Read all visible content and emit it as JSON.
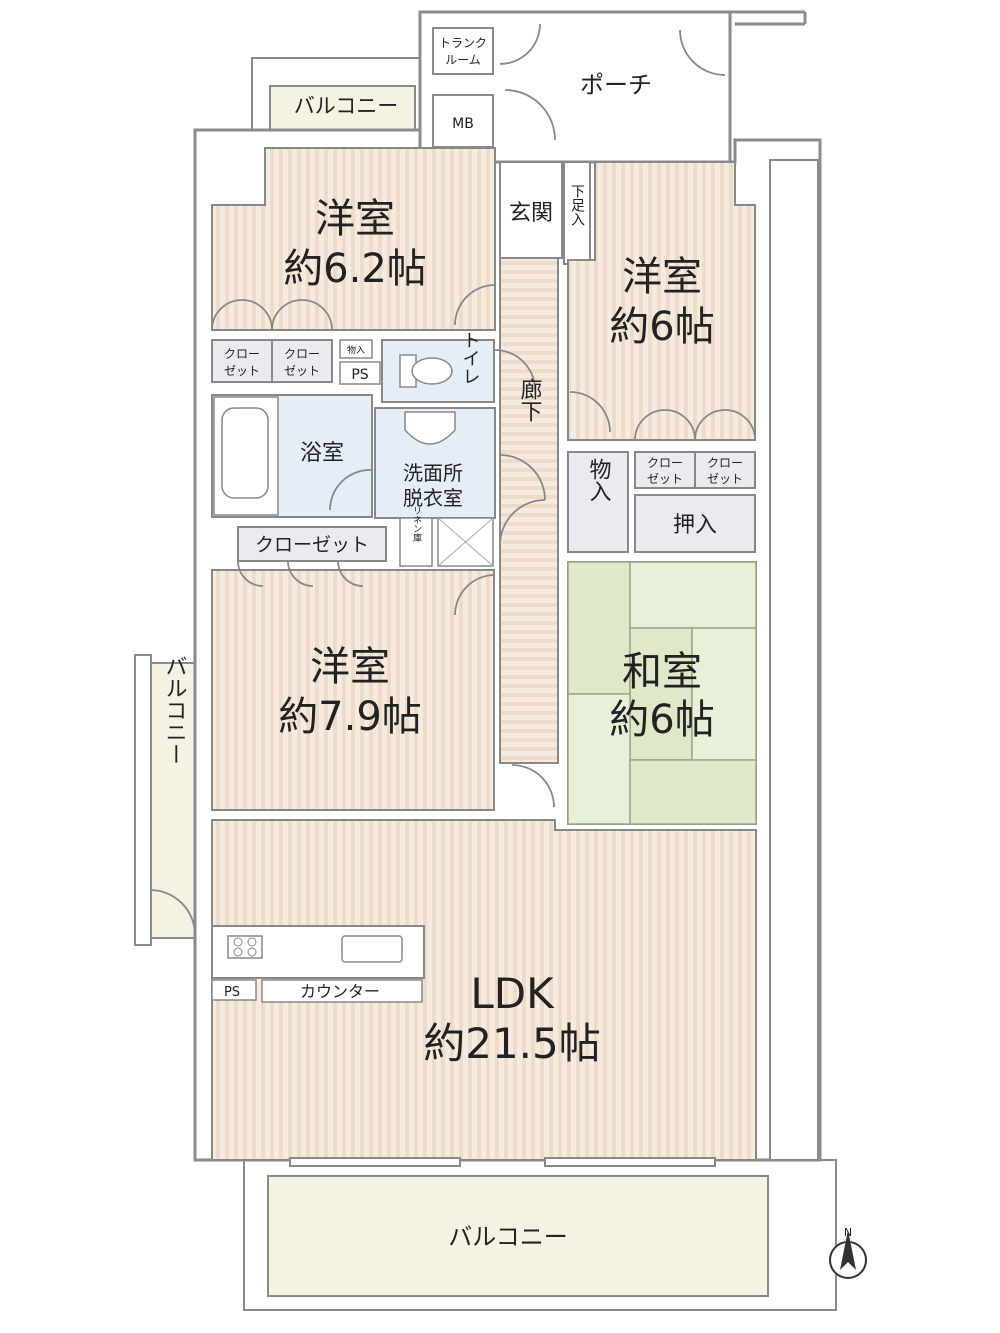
{
  "colors": {
    "wall": "#777777",
    "floor_stripe_a": "#f7eadf",
    "floor_stripe_b": "#ecd7c4",
    "balcony": "#f6f2e2",
    "wet_area": "#e5eef6",
    "tatami_a": "#e9f0da",
    "tatami_b": "#dfe8c9",
    "storage": "#ede9f1",
    "hall": "#f2ebe3",
    "white": "#ffffff",
    "line": "#8a8a8a",
    "text": "#222222"
  },
  "rooms": {
    "western_1": {
      "name": "洋室",
      "area": "約6.2帖"
    },
    "western_2": {
      "name": "洋室",
      "area": "約6帖"
    },
    "western_3": {
      "name": "洋室",
      "area": "約7.9帖"
    },
    "japanese": {
      "name": "和室",
      "area": "約6帖"
    },
    "ldk": {
      "name": "LDK",
      "area": "約21.5帖"
    }
  },
  "labels": {
    "balcony_top": "バルコニー",
    "balcony_left": "バルコニー",
    "balcony_bottom": "バルコニー",
    "porch": "ポーチ",
    "trunk_room_1": "トランク",
    "trunk_room_2": "ルーム",
    "mb": "MB",
    "entrance": "玄関",
    "shoe_box": "下足入",
    "hallway": "廊下",
    "toilet": "トイレ",
    "bath": "浴室",
    "washroom_1": "洗面所",
    "washroom_2": "脱衣室",
    "linen": "リネン庫",
    "closet_a_1": "クロー",
    "closet_a_2": "ゼット",
    "closet_b_1": "クロー",
    "closet_b_2": "ゼット",
    "closet_c_1": "クロー",
    "closet_c_2": "ゼット",
    "closet_d_1": "クロー",
    "closet_d_2": "ゼット",
    "closet_long": "クローゼット",
    "storage": "物入",
    "oshiire": "押入",
    "ps_1": "PS",
    "ps_2": "PS",
    "small_storage": "物入",
    "counter": "カウンター",
    "north": "N"
  }
}
